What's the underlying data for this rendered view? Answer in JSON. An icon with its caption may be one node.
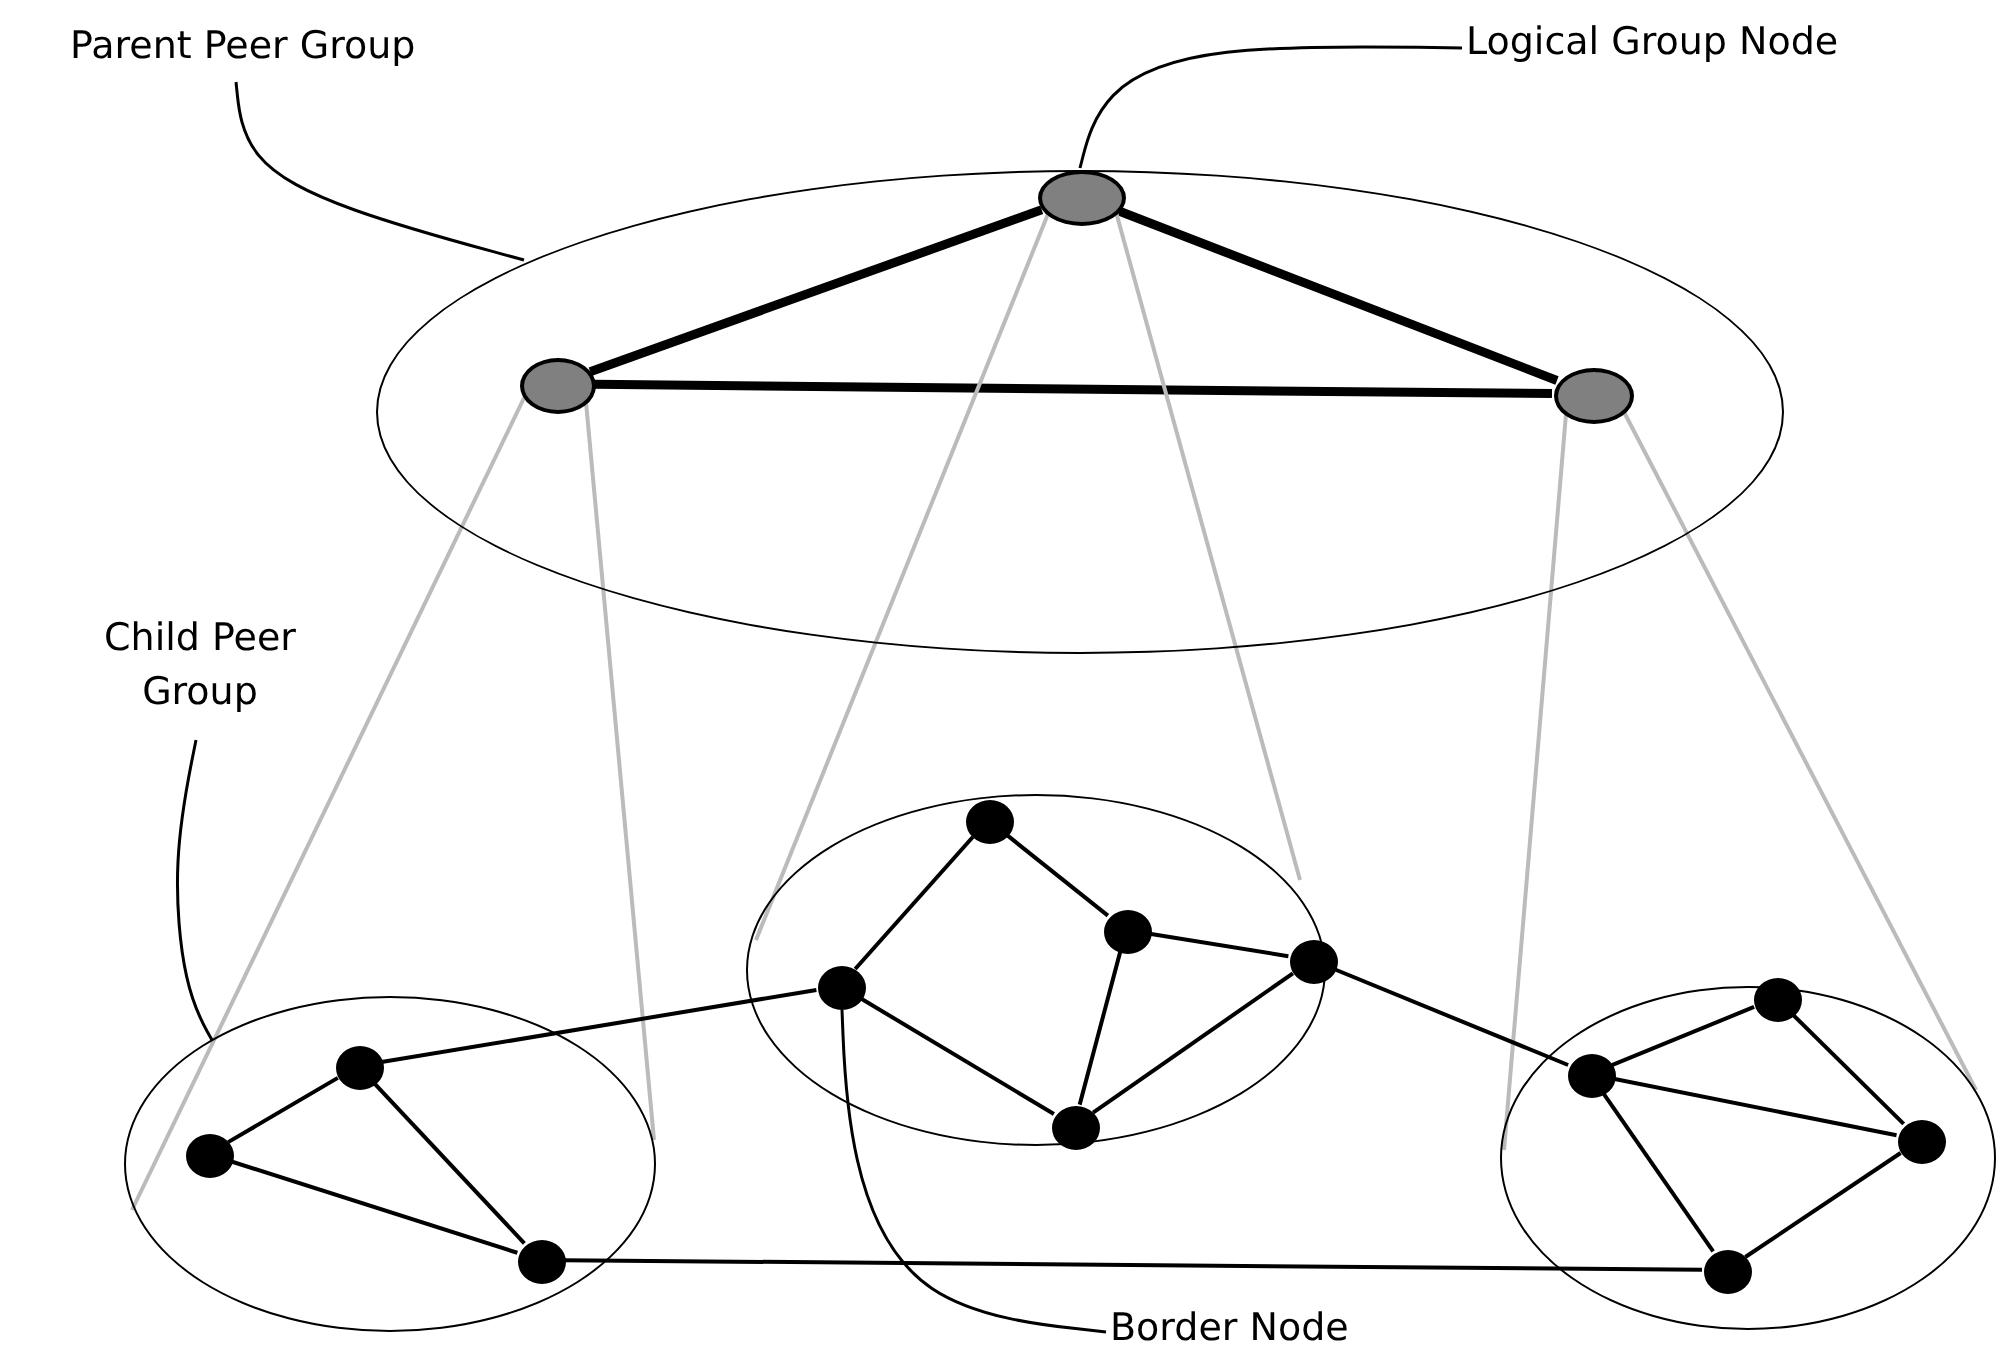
{
  "diagram": {
    "nodes": [
      {
        "text": [
          "Parent Peer Group"
        ]
      },
      {
        "text": [
          "Logical Group Node"
        ]
      },
      {
        "text": [],
        "shape": "ellipse"
      },
      {
        "text": [],
        "shape": "circle",
        "in": 2
      },
      {
        "text": [],
        "shape": "circle",
        "in": 2
      },
      {
        "text": [],
        "shape": "circle",
        "in": 2
      },
      {
        "text": [
          "Child Peer Group"
        ]
      },
      {
        "text": [],
        "shape": "ellipse"
      },
      {
        "text": [],
        "shape": "circle",
        "in": 7
      },
      {
        "text": [],
        "shape": "circle",
        "in": 7
      },
      {
        "text": [],
        "shape": "circle",
        "in": 7
      },
      {
        "text": [],
        "shape": "ellipse"
      },
      {
        "text": [],
        "shape": "circle",
        "in": 11
      },
      {
        "text": [],
        "shape": "circle",
        "in": 11
      },
      {
        "text": [],
        "shape": "circle",
        "in": 11
      },
      {
        "text": [],
        "shape": "circle",
        "in": 11
      },
      {
        "text": [],
        "shape": "circle",
        "in": 11
      },
      {
        "text": [],
        "shape": "ellipse"
      },
      {
        "text": [],
        "shape": "circle",
        "in": 17
      },
      {
        "text": [],
        "shape": "circle",
        "in": 17
      },
      {
        "text": [],
        "shape": "circle",
        "in": 17
      },
      {
        "text": [],
        "shape": "circle",
        "in": 17
      },
      {
        "text": [
          "Border Node"
        ]
      }
    ],
    "edges": [
      {
        "from": 3,
        "to": 4,
        "arrow": "none",
        "style": "thick"
      },
      {
        "from": 3,
        "to": 5,
        "arrow": "none",
        "style": "thick"
      },
      {
        "from": 4,
        "to": 5,
        "arrow": "none",
        "style": "thick"
      },
      {
        "from": 4,
        "to": 7,
        "arrow": "none",
        "color": "#bbbbbb"
      },
      {
        "from": 4,
        "to": 7,
        "arrow": "none",
        "color": "#bbbbbb"
      },
      {
        "from": 3,
        "to": 11,
        "arrow": "none",
        "color": "#bbbbbb"
      },
      {
        "from": 3,
        "to": 11,
        "arrow": "none",
        "color": "#bbbbbb"
      },
      {
        "from": 5,
        "to": 17,
        "arrow": "none",
        "color": "#bbbbbb"
      },
      {
        "from": 5,
        "to": 17,
        "arrow": "none",
        "color": "#bbbbbb"
      },
      {
        "from": 8,
        "to": 9,
        "arrow": "none"
      },
      {
        "from": 8,
        "to": 10,
        "arrow": "none"
      },
      {
        "from": 9,
        "to": 10,
        "arrow": "none"
      },
      {
        "from": 12,
        "to": 13,
        "arrow": "none"
      },
      {
        "from": 12,
        "to": 14,
        "arrow": "none"
      },
      {
        "from": 14,
        "to": 15,
        "arrow": "none"
      },
      {
        "from": 14,
        "to": 16,
        "arrow": "none"
      },
      {
        "from": 13,
        "to": 16,
        "arrow": "none"
      },
      {
        "from": 16,
        "to": 15,
        "arrow": "none"
      },
      {
        "from": 19,
        "to": 18,
        "arrow": "none"
      },
      {
        "from": 18,
        "to": 20,
        "arrow": "none"
      },
      {
        "from": 19,
        "to": 20,
        "arrow": "none"
      },
      {
        "from": 19,
        "to": 21,
        "arrow": "none"
      },
      {
        "from": 21,
        "to": 20,
        "arrow": "none"
      },
      {
        "from": 8,
        "to": 13,
        "arrow": "none"
      },
      {
        "from": 15,
        "to": 19,
        "arrow": "none"
      },
      {
        "from": 10,
        "to": 21,
        "arrow": "none"
      },
      {
        "from": 0,
        "to": 2,
        "arrow": "none"
      },
      {
        "from": 1,
        "to": 3,
        "arrow": "none"
      },
      {
        "from": 6,
        "to": 7,
        "arrow": "none"
      },
      {
        "from": 22,
        "to": 13,
        "arrow": "none"
      }
    ]
  }
}
